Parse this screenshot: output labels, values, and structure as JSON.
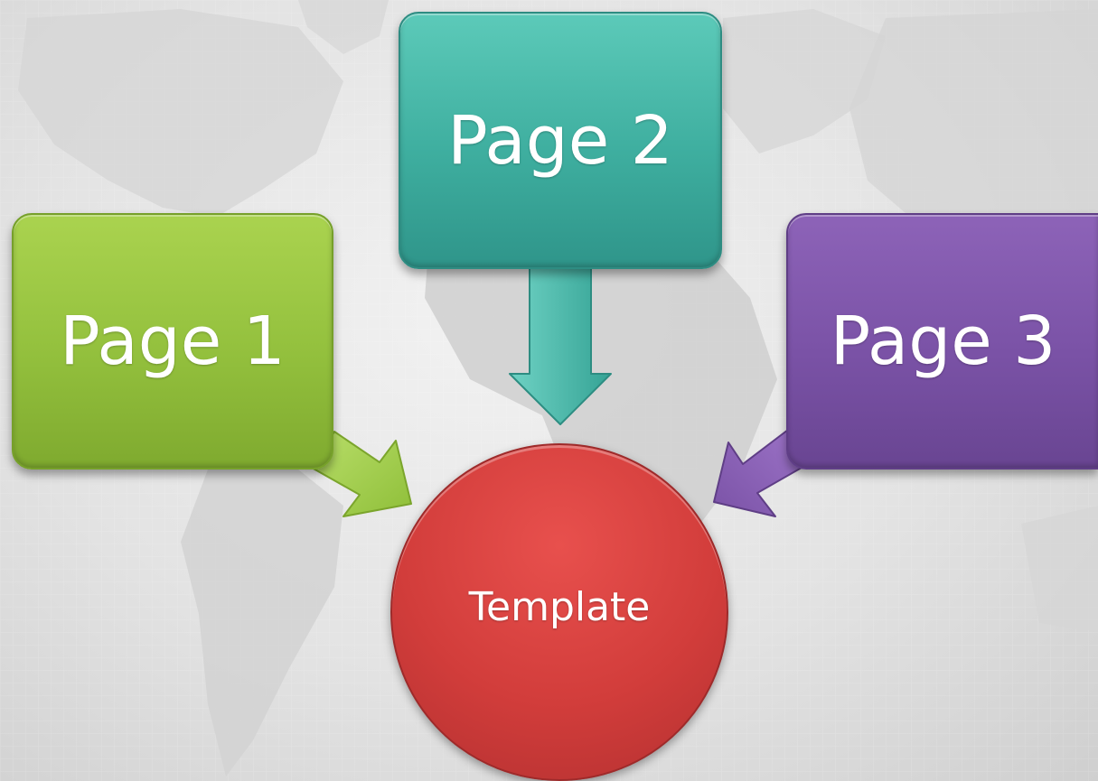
{
  "diagram": {
    "nodes": [
      {
        "id": "page1",
        "label": "Page 1",
        "color": "#93c03d"
      },
      {
        "id": "page2",
        "label": "Page 2",
        "color": "#3eae9f"
      },
      {
        "id": "page3",
        "label": "Page 3",
        "color": "#7a52a6"
      }
    ],
    "target": {
      "label": "Template",
      "color": "#d23d3b"
    },
    "edges": [
      {
        "from": "page1",
        "to": "template"
      },
      {
        "from": "page2",
        "to": "template"
      },
      {
        "from": "page3",
        "to": "template"
      }
    ]
  }
}
